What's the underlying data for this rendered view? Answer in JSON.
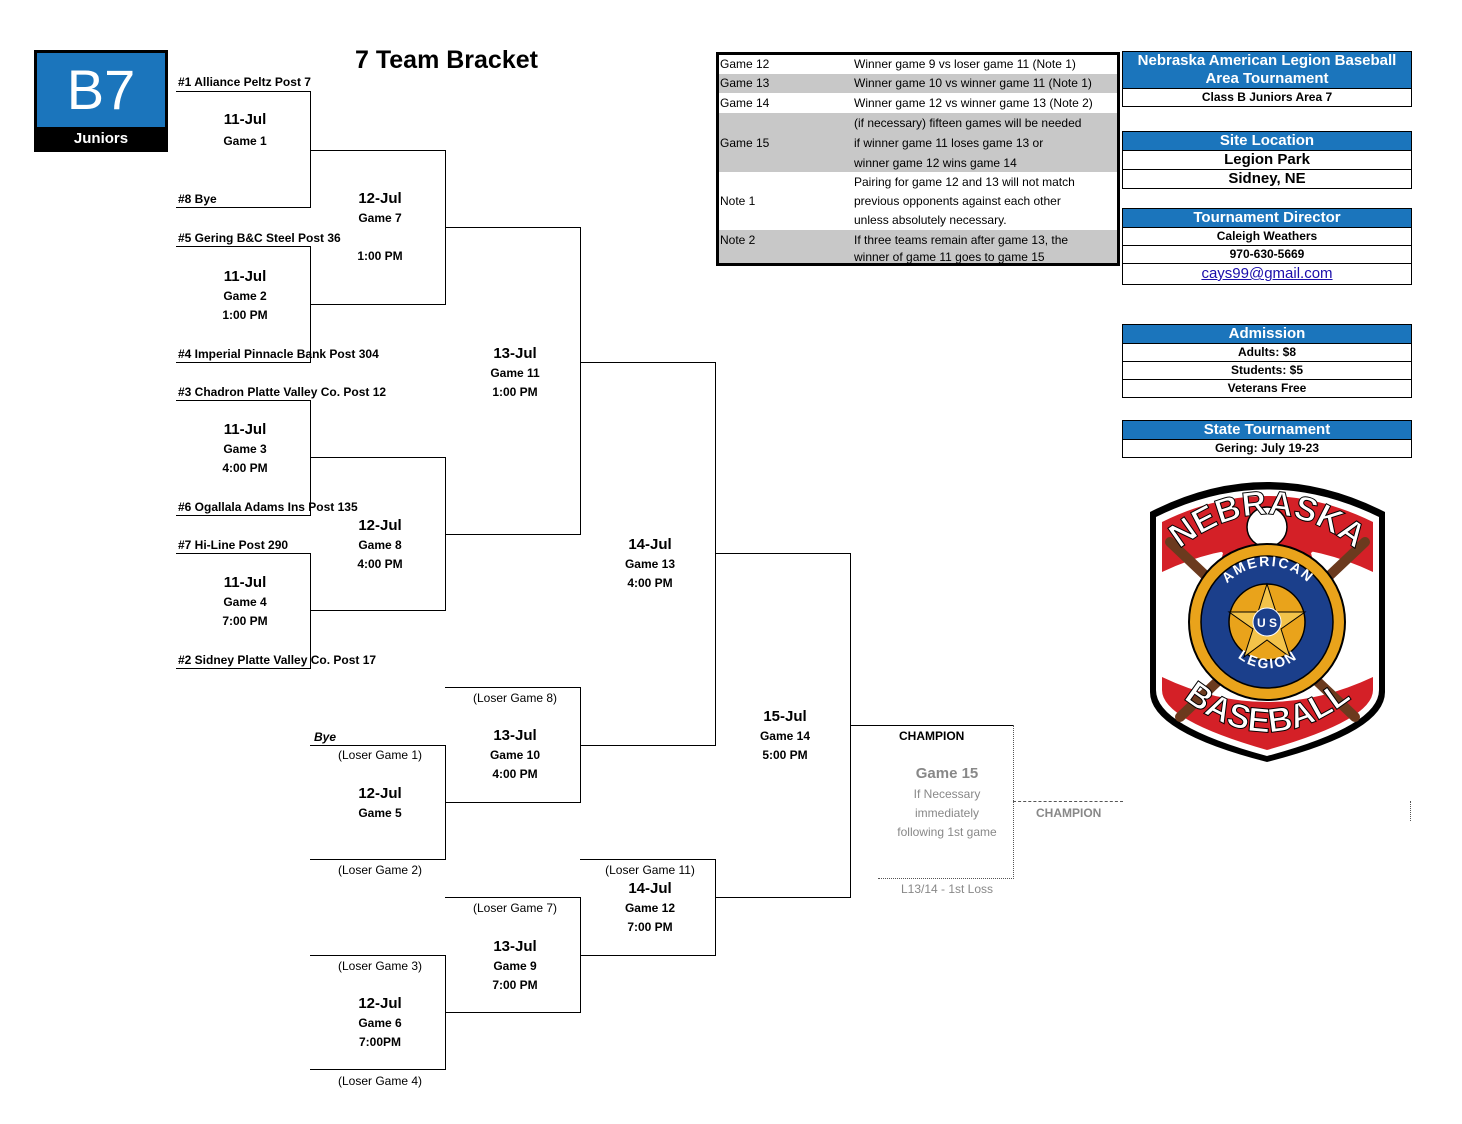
{
  "badge": {
    "code": "B7",
    "label": "Juniors"
  },
  "title": "7 Team Bracket",
  "teams": {
    "t1": "#1  Alliance Peltz Post 7",
    "t8": "#8 Bye",
    "t5": "#5  Gering B&C Steel Post 36",
    "t4": "#4  Imperial Pinnacle Bank Post 304",
    "t3": "#3  Chadron Platte Valley Co. Post 12",
    "t6": "#6  Ogallala Adams Ins Post 135",
    "t7": "#7  Hi-Line Post 290",
    "t2": "#2  Sidney Platte Valley Co. Post 17"
  },
  "games": {
    "g1": {
      "date": "11-Jul",
      "name": "Game 1",
      "time": ""
    },
    "g2": {
      "date": "11-Jul",
      "name": "Game 2",
      "time": "1:00 PM"
    },
    "g3": {
      "date": "11-Jul",
      "name": "Game 3",
      "time": "4:00 PM"
    },
    "g4": {
      "date": "11-Jul",
      "name": "Game 4",
      "time": "7:00 PM"
    },
    "g5": {
      "date": "12-Jul",
      "name": "Game 5",
      "time": ""
    },
    "g6": {
      "date": "12-Jul",
      "name": "Game 6",
      "time": "7:00PM"
    },
    "g7": {
      "date": "12-Jul",
      "name": "Game 7",
      "time": "1:00 PM"
    },
    "g8": {
      "date": "12-Jul",
      "name": "Game 8",
      "time": "4:00 PM"
    },
    "g9": {
      "date": "13-Jul",
      "name": "Game 9",
      "time": "7:00 PM"
    },
    "g10": {
      "date": "13-Jul",
      "name": "Game 10",
      "time": "4:00 PM"
    },
    "g11": {
      "date": "13-Jul",
      "name": "Game 11",
      "time": "1:00 PM"
    },
    "g12": {
      "date": "14-Jul",
      "name": "Game 12",
      "time": "7:00 PM"
    },
    "g13": {
      "date": "14-Jul",
      "name": "Game 13",
      "time": "4:00 PM"
    },
    "g14": {
      "date": "15-Jul",
      "name": "Game 14",
      "time": "5:00 PM"
    }
  },
  "losers": {
    "bye": "Bye",
    "lg1": "(Loser Game 1)",
    "lg2": "(Loser Game 2)",
    "lg3": "(Loser Game 3)",
    "lg4": "(Loser Game 4)",
    "lg7": "(Loser Game 7)",
    "lg8": "(Loser Game 8)",
    "lg11": "(Loser Game 11)"
  },
  "final": {
    "champion1": "CHAMPION",
    "g15_name": "Game 15",
    "g15_l1": "If Necessary",
    "g15_l2": "immediately",
    "g15_l3": "following 1st game",
    "loss_note": "L13/14 - 1st Loss",
    "champion2": "CHAMPION"
  },
  "notes": [
    {
      "key": "Game 12",
      "text": "Winner game 9 vs loser game 11 (Note 1)"
    },
    {
      "key": "Game 13",
      "text": "Winner game 10 vs winner game 11 (Note 1)"
    },
    {
      "key": "Game 14",
      "text": "Winner game 12 vs winner game 13 (Note 2)"
    },
    {
      "key": "",
      "text": "(if necessary) fifteen games will be needed"
    },
    {
      "key": "Game 15",
      "text": "if winner game 11 loses game 13 or"
    },
    {
      "key": "",
      "text": "winner game 12 wins game 14"
    },
    {
      "key": "",
      "text": "Pairing for game 12 and 13 will not match"
    },
    {
      "key": "Note 1",
      "text": "previous opponents against each other"
    },
    {
      "key": "",
      "text": "unless absolutely necessary."
    },
    {
      "key": "Note 2",
      "text": "If three teams remain after game 13, the"
    },
    {
      "key": "",
      "text": "winner of game 11 goes to game 15"
    }
  ],
  "info": {
    "org1": "Nebraska American Legion Baseball",
    "org2": "Area Tournament",
    "org3": "Class B Juniors Area 7",
    "site_head": "Site Location",
    "site1": "Legion Park",
    "site2": "Sidney, NE",
    "dir_head": "Tournament Director",
    "dir_name": "Caleigh Weathers",
    "dir_phone": "970-630-5669",
    "dir_email": "cays99@gmail.com",
    "adm_head": "Admission",
    "adm1": "Adults: $8",
    "adm2": "Students: $5",
    "adm3": "Veterans Free",
    "state_head": "State Tournament",
    "state1": "Gering: July 19-23"
  },
  "logo": {
    "top": "NEBRASKA",
    "bottom": "BASEBALL",
    "ring1": "AMERICAN",
    "ring2": "LEGION",
    "center": "U S"
  },
  "colors": {
    "blue": "#1b75bc",
    "red": "#d42027",
    "gray": "#c8c8c8",
    "gold": "#e9a31b"
  }
}
